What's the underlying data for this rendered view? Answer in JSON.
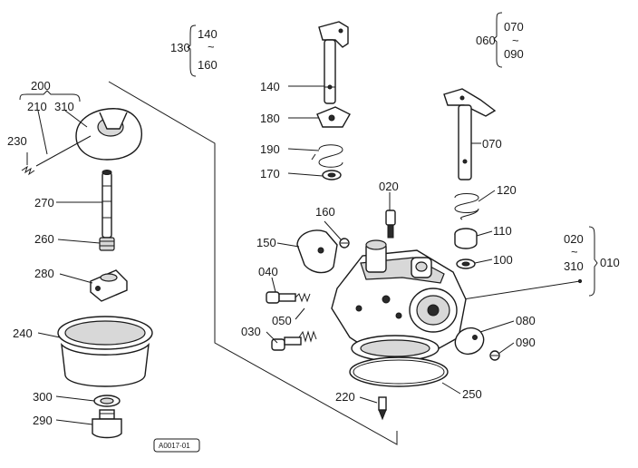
{
  "callouts": {
    "c010": "010",
    "c020": "020",
    "c020b": "020",
    "c030": "030",
    "c040": "040",
    "c050": "050",
    "c060": "060",
    "c070": "070",
    "c070b": "070",
    "c080": "080",
    "c090": "090",
    "c090b": "090",
    "c100": "100",
    "c110": "110",
    "c120": "120",
    "c130": "130",
    "c140": "140",
    "c140b": "140",
    "c150": "150",
    "c160": "160",
    "c160b": "160",
    "c170": "170",
    "c180": "180",
    "c190": "190",
    "c200": "200",
    "c210": "210",
    "c220": "220",
    "c230": "230",
    "c240": "240",
    "c250": "250",
    "c260": "260",
    "c270": "270",
    "c280": "280",
    "c290": "290",
    "c300": "300",
    "c310": "310",
    "c310b": "310"
  },
  "range_symbol": "~",
  "drawing_code": "A0017-01"
}
